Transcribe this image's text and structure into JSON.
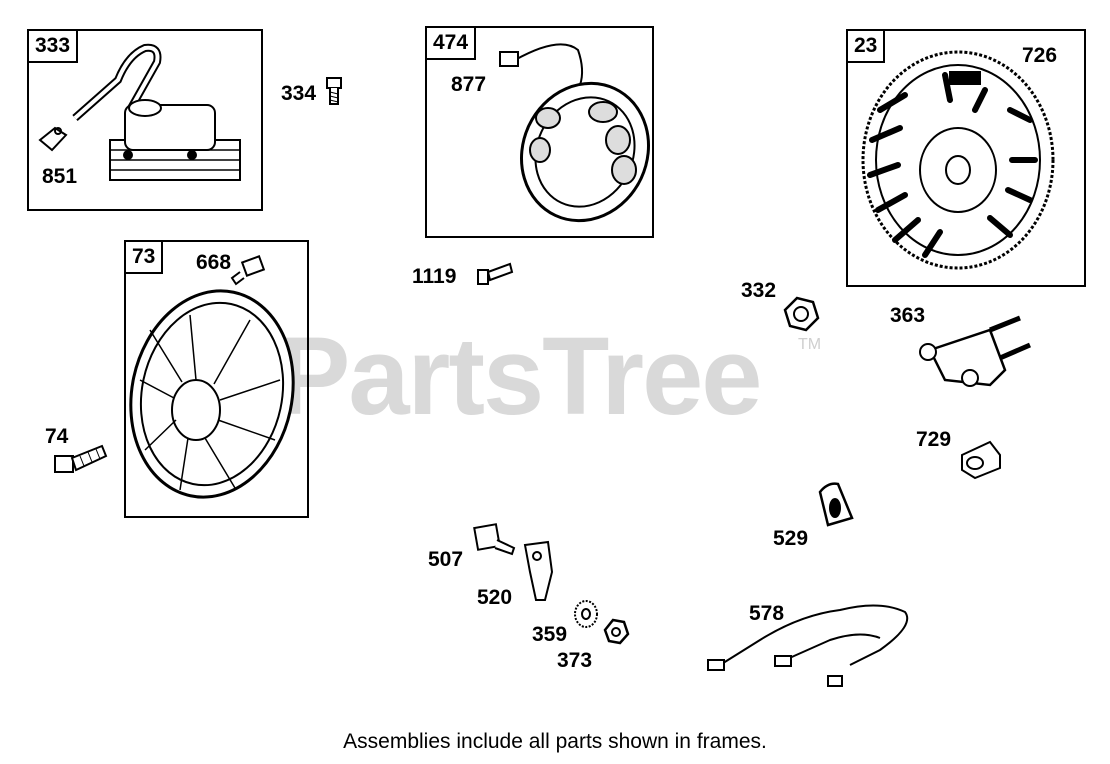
{
  "watermark": {
    "brand": "PartsTree",
    "trademark": "TM"
  },
  "caption": "Assemblies include all parts shown in frames.",
  "frames": {
    "f333": "333",
    "f474": "474",
    "f23": "23",
    "f73": "73"
  },
  "callouts": {
    "c334": "334",
    "c851": "851",
    "c877": "877",
    "c726": "726",
    "c668": "668",
    "c1119": "1119",
    "c332": "332",
    "c363": "363",
    "c74": "74",
    "c729": "729",
    "c529": "529",
    "c507": "507",
    "c520": "520",
    "c359": "359",
    "c373": "373",
    "c578": "578"
  }
}
